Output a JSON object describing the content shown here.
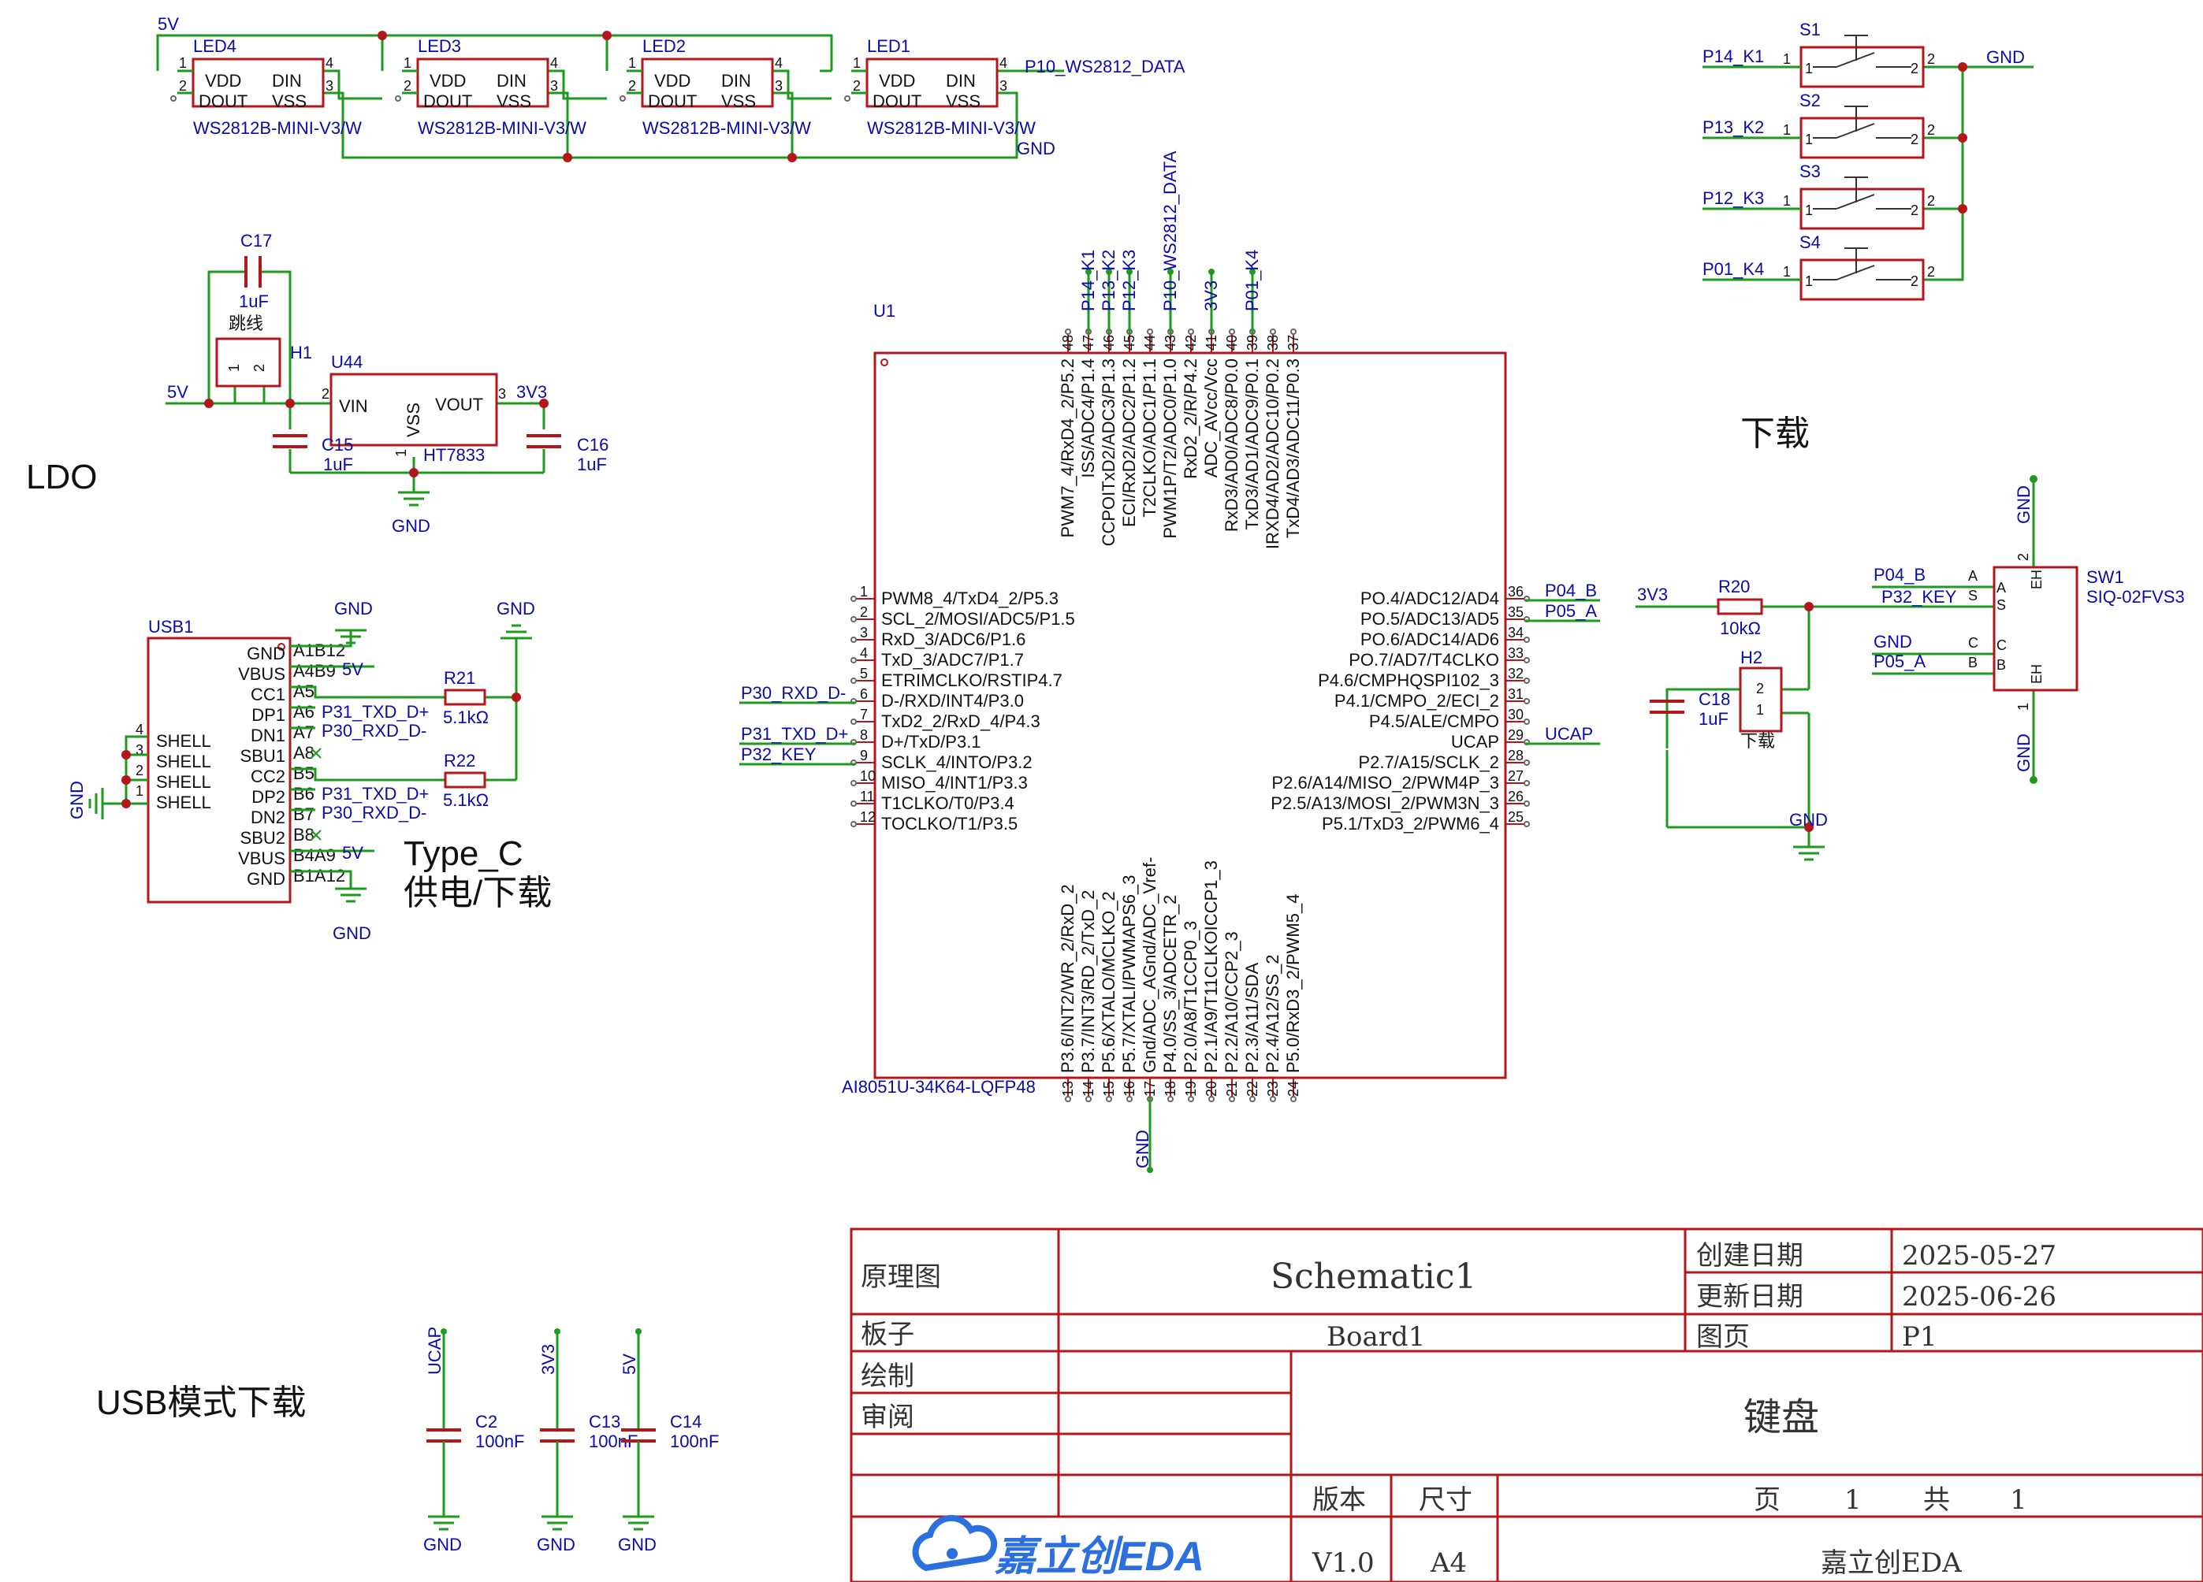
{
  "colors": {
    "wire": "#1e9a1e",
    "body": "#b3171b",
    "net": "#0a0aa8",
    "text": "#111111",
    "junction": "#b3171b"
  },
  "sections": {
    "ldo": "LDO",
    "typec_line1": "Type_C",
    "typec_line2": "供电/下载",
    "download": "下载",
    "usb_mode": "USB模式下载"
  },
  "leds": [
    {
      "ref": "LED4",
      "part": "WS2812B-MINI-V3/W"
    },
    {
      "ref": "LED3",
      "part": "WS2812B-MINI-V3/W"
    },
    {
      "ref": "LED2",
      "part": "WS2812B-MINI-V3/W"
    },
    {
      "ref": "LED1",
      "part": "WS2812B-MINI-V3/W"
    }
  ],
  "led_pins": {
    "vdd": "VDD",
    "din": "DIN",
    "dout": "DOUT",
    "vss": "VSS",
    "n1": "1",
    "n2": "2",
    "n3": "3",
    "n4": "4"
  },
  "led_nets": {
    "vcc": "5V",
    "data": "P10_WS2812_DATA",
    "gnd": "GND"
  },
  "switches": [
    {
      "ref": "S1",
      "net": "P14_K1",
      "gnd": "GND"
    },
    {
      "ref": "S2",
      "net": "P13_K2"
    },
    {
      "ref": "S3",
      "net": "P12_K3"
    },
    {
      "ref": "S4",
      "net": "P01_K4"
    }
  ],
  "sw_pins": {
    "p1": "1",
    "p2": "2"
  },
  "ldo": {
    "c17": "C17",
    "c17_val": "1uF",
    "jumper": "跳线",
    "h1": "H1",
    "h1_pin1": "1",
    "h1_pin2": "2",
    "in_net": "5V",
    "u44": "U44",
    "vin": "VIN",
    "vout": "VOUT",
    "vss": "VSS",
    "pin2": "2",
    "pin3": "3",
    "pin1": "1",
    "out_net": "3V3",
    "part": "HT7833",
    "c15": "C15",
    "c15_val": "1uF",
    "c16": "C16",
    "c16_val": "1uF",
    "gnd": "GND"
  },
  "mcu": {
    "ref": "U1",
    "part": "AI8051U-34K64-LQFP48",
    "left_pins": [
      {
        "num": "1",
        "name": "PWM8_4/TxD4_2/P5.3",
        "net": ""
      },
      {
        "num": "2",
        "name": "SCL_2/MOSI/ADC5/P1.5",
        "net": ""
      },
      {
        "num": "3",
        "name": "RxD_3/ADC6/P1.6",
        "net": ""
      },
      {
        "num": "4",
        "name": "TxD_3/ADC7/P1.7",
        "net": ""
      },
      {
        "num": "5",
        "name": "ETRIMCLKO/RSTIP4.7",
        "net": ""
      },
      {
        "num": "6",
        "name": "D-/RXD/INT4/P3.0",
        "net": "P30_RXD_D-"
      },
      {
        "num": "7",
        "name": "TxD2_2/RxD_4/P4.3",
        "net": ""
      },
      {
        "num": "8",
        "name": "D+/TxD/P3.1",
        "net": "P31_TXD_D+"
      },
      {
        "num": "9",
        "name": "SCLK_4/INTO/P3.2",
        "net": "P32_KEY"
      },
      {
        "num": "10",
        "name": "MISO_4/INT1/P3.3",
        "net": ""
      },
      {
        "num": "11",
        "name": "T1CLKO/T0/P3.4",
        "net": ""
      },
      {
        "num": "12",
        "name": "TOCLKO/T1/P3.5",
        "net": ""
      }
    ],
    "right_pins": [
      {
        "num": "36",
        "name": "PO.4/ADC12/AD4",
        "net": "P04_B"
      },
      {
        "num": "35",
        "name": "PO.5/ADC13/AD5",
        "net": "P05_A"
      },
      {
        "num": "34",
        "name": "PO.6/ADC14/AD6",
        "net": ""
      },
      {
        "num": "33",
        "name": "PO.7/AD7/T4CLKO",
        "net": ""
      },
      {
        "num": "32",
        "name": "P4.6/CMPHQSPI102_3",
        "net": ""
      },
      {
        "num": "31",
        "name": "P4.1/CMPO_2/ECI_2",
        "net": ""
      },
      {
        "num": "30",
        "name": "P4.5/ALE/CMPO",
        "net": ""
      },
      {
        "num": "29",
        "name": "UCAP",
        "net": "UCAP"
      },
      {
        "num": "28",
        "name": "P2.7/A15/SCLK_2",
        "net": ""
      },
      {
        "num": "27",
        "name": "P2.6/A14/MISO_2/PWM4P_3",
        "net": ""
      },
      {
        "num": "26",
        "name": "P2.5/A13/MOSI_2/PWM3N_3",
        "net": ""
      },
      {
        "num": "25",
        "name": "P5.1/TxD3_2/PWM6_4",
        "net": ""
      }
    ],
    "top_pins": [
      {
        "num": "48",
        "name": "PWM7_4/RxD4_2/P5.2",
        "net": ""
      },
      {
        "num": "47",
        "name": "ISS/ADC4/P1.4",
        "net": "P14_K1"
      },
      {
        "num": "46",
        "name": "CCPOITxD2/ADC3/P1.3",
        "net": "P13_K2"
      },
      {
        "num": "45",
        "name": "ECI/RxD2/ADC2/P1.2",
        "net": "P12_K3"
      },
      {
        "num": "44",
        "name": "T2CLKO/ADC1/P1.1",
        "net": ""
      },
      {
        "num": "43",
        "name": "PWM1P/T2/ADC0/P1.0",
        "net": "P10_WS2812_DATA"
      },
      {
        "num": "42",
        "name": "RxD2_2/R/P4.2",
        "net": ""
      },
      {
        "num": "41",
        "name": "ADC_AVcc/Vcc",
        "net": "3V3"
      },
      {
        "num": "40",
        "name": "RxD3/AD0/ADC8/P0.0",
        "net": ""
      },
      {
        "num": "39",
        "name": "TxD3/AD1/ADC9/P0.1",
        "net": "P01_K4"
      },
      {
        "num": "38",
        "name": "IRXD4/AD2/ADC10/P0.2",
        "net": ""
      },
      {
        "num": "37",
        "name": "TxD4/AD3/ADC11/P0.3",
        "net": ""
      }
    ],
    "bottom_pins": [
      {
        "num": "13",
        "name": "P3.6/INT2/WR_2/RxD_2",
        "net": ""
      },
      {
        "num": "14",
        "name": "P3.7/INT3/RD_2/TxD_2",
        "net": ""
      },
      {
        "num": "15",
        "name": "P5.6/XTALO/MCLKO_2",
        "net": ""
      },
      {
        "num": "16",
        "name": "P5.7/XTALI/PWMAPS6_3",
        "net": ""
      },
      {
        "num": "17",
        "name": "Gnd/ADC_AGnd/ADC_Vref-",
        "net": "GND"
      },
      {
        "num": "18",
        "name": "P4.0/SS_3/ADCETR_2",
        "net": ""
      },
      {
        "num": "19",
        "name": "P2.0/A8/T1CCP0_3",
        "net": ""
      },
      {
        "num": "20",
        "name": "P2.1/A9/T11CLKOICCP1_3",
        "net": ""
      },
      {
        "num": "21",
        "name": "P2.2/A10/CCP2_3",
        "net": ""
      },
      {
        "num": "22",
        "name": "P2.3/A11/SDA",
        "net": ""
      },
      {
        "num": "23",
        "name": "P2.4/A12/SS_2",
        "net": ""
      },
      {
        "num": "24",
        "name": "P5.0/RxD3_2/PWM5_4",
        "net": ""
      }
    ]
  },
  "usb": {
    "ref": "USB1",
    "pins": [
      {
        "name": "GND",
        "pin": "A1B12"
      },
      {
        "name": "VBUS",
        "pin": "A4B9"
      },
      {
        "name": "CC1",
        "pin": "A5"
      },
      {
        "name": "DP1",
        "pin": "A6"
      },
      {
        "name": "DN1",
        "pin": "A7"
      },
      {
        "name": "SBU1",
        "pin": "A8"
      },
      {
        "name": "CC2",
        "pin": "B5"
      },
      {
        "name": "DP2",
        "pin": "B6"
      },
      {
        "name": "DN2",
        "pin": "B7"
      },
      {
        "name": "SBU2",
        "pin": "B8"
      },
      {
        "name": "VBUS",
        "pin": "B4A9"
      },
      {
        "name": "GND",
        "pin": "B1A12"
      }
    ],
    "shell": [
      {
        "name": "SHELL",
        "num": "4"
      },
      {
        "name": "SHELL",
        "num": "3"
      },
      {
        "name": "SHELL",
        "num": "2"
      },
      {
        "name": "SHELL",
        "num": "1"
      }
    ],
    "nets": {
      "gnd": "GND",
      "v5": "5V",
      "dp": "P31_TXD_D+",
      "dn": "P30_RXD_D-"
    },
    "r21": "R21",
    "r21_val": "5.1kΩ",
    "r22": "R22",
    "r22_val": "5.1kΩ"
  },
  "download": {
    "net_3v3": "3V3",
    "r20": "R20",
    "r20_val": "10kΩ",
    "c18": "C18",
    "c18_val": "1uF",
    "h2": "H2",
    "h2_p2": "2",
    "h2_p1": "1",
    "h2_label": "下载",
    "gnd": "GND",
    "sw1": "SW1",
    "sw1_part": "SIQ-02FVS3",
    "n_p04b": "P04_B",
    "n_p32": "P32_KEY",
    "n_gnd": "GND",
    "n_p05a": "P05_A",
    "pin_a": "A",
    "pin_s": "S",
    "pin_c": "C",
    "pin_b": "B",
    "eh": "EH",
    "pin_2": "2",
    "pin_1": "1"
  },
  "decoupling": [
    {
      "net": "UCAP",
      "ref": "C2",
      "val": "100nF",
      "gnd": "GND"
    },
    {
      "net": "3V3",
      "ref": "C13",
      "val": "100nF",
      "gnd": "GND"
    },
    {
      "net": "5V",
      "ref": "C14",
      "val": "100nF",
      "gnd": "GND"
    }
  ],
  "title_block": {
    "label_schematic": "原理图",
    "schematic": "Schematic1",
    "label_created": "创建日期",
    "created": "2025-05-27",
    "label_updated": "更新日期",
    "updated": "2025-06-26",
    "label_board": "板子",
    "board": "Board1",
    "label_page": "图页",
    "page": "P1",
    "label_drawn": "绘制",
    "label_review": "审阅",
    "title": "键盘",
    "label_version": "版本",
    "label_size": "尺寸",
    "label_pg": "页",
    "pg": "1",
    "label_total": "共",
    "total": "1",
    "logo": "嘉立创EDA",
    "version": "V1.0",
    "size": "A4",
    "company": "嘉立创EDA"
  }
}
